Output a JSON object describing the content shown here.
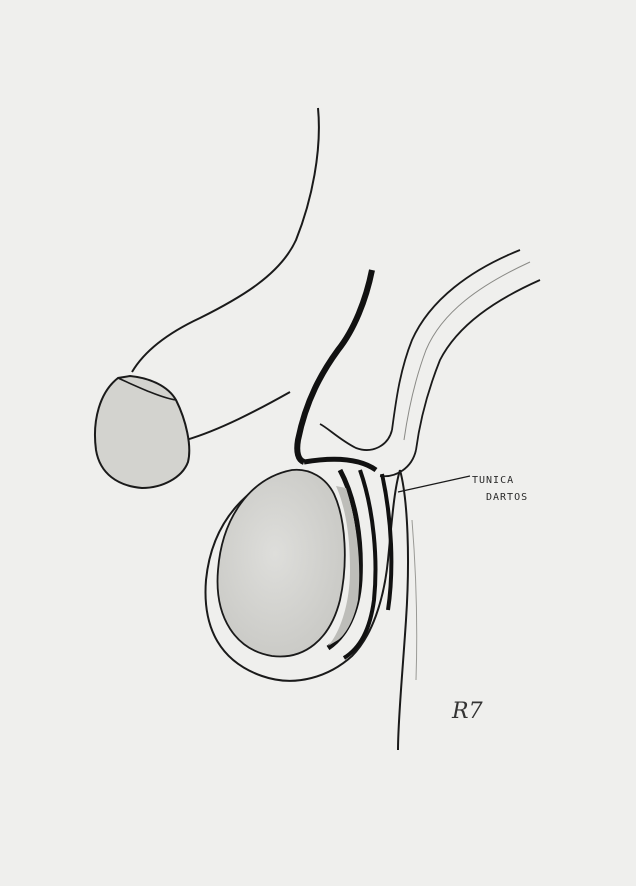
{
  "labels": {
    "tunica_line1": "TUNICA",
    "tunica_line2": "DARTOS"
  },
  "signature": "R7",
  "colors": {
    "paper": "#efefed",
    "ink": "#1a1a1a",
    "shade": "#cfcfcb"
  }
}
